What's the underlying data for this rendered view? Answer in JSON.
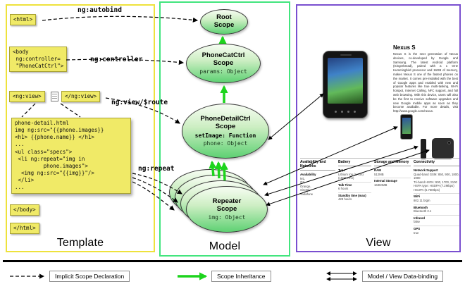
{
  "template": {
    "title": "Template",
    "annotations": {
      "autobind": "ng:autobind",
      "controller": "ng:controller",
      "view_route": "ng:view/$route",
      "repeat": "ng:repeat"
    },
    "code": {
      "html_open": "<html>",
      "body_open": "<body\n ng:controller=\n \"PhoneCatCtrl\">",
      "ngview_open": "<ng:view>",
      "ngview_close": "</ng:view>",
      "partial": "phone-detail.html\nimg ng:src=\"{{phone.images}}\n<h1> {{phone.name}} </h1>\n...\n<ul class=\"specs\">\n <li ng:repeat=\"img in\n         phone.images\">\n  <img ng:src=\"{{img}}\"/>\n </li>\n...",
      "body_close": "</body>",
      "html_close": "</html>"
    }
  },
  "model": {
    "title": "Model",
    "root_scope": {
      "name": "Root\nScope"
    },
    "phonecat_scope": {
      "name": "PhoneCatCtrl\nScope",
      "prop1": "params: Object"
    },
    "phonedetail_scope": {
      "name": "PhoneDetailCtrl\nScope",
      "prop1": "setImage: Function",
      "prop2": "phone: Object"
    },
    "repeater_scope": {
      "name": "Repeater\nScope",
      "prop1": "img: Object"
    }
  },
  "view": {
    "title": "View",
    "product_name": "Nexus S",
    "description": "Nexus S is the next generation of Nexus devices, co-developed by Google and Samsung. The latest Android platform (Gingerbread), paired with a 1 GHz Hummingbird processor and 16GB of memory, makes Nexus S one of the fastest phones on the market. It comes pre-installed with the best of Google apps and enabled with new and popular features like true multi-tasking, Wi-Fi hotspot, Internet Calling, NFC support, and full web browsing. With this device, users will also be the first to receive software upgrades and new Google mobile apps as soon as they become available. For more details, visit http://www.google.com/nexus.",
    "specs": {
      "columns": [
        {
          "header": "Availability and Networks",
          "rows": [
            {
              "label": "Availability",
              "value": "M1,\nO2,\nOrange,\nSingtel,\nVodafone"
            }
          ]
        },
        {
          "header": "Battery",
          "rows": [
            {
              "label": "Type",
              "value": "Lithium Ion (Li-Ion) (1500 mAh)"
            },
            {
              "label": "Talk Time",
              "value": "6 hours"
            },
            {
              "label": "Standby time (max)",
              "value": "428 hours"
            }
          ]
        },
        {
          "header": "Storage and Memory",
          "rows": [
            {
              "label": "RAM",
              "value": "512MB"
            },
            {
              "label": "Internal Storage",
              "value": "16384MB"
            }
          ]
        },
        {
          "header": "Connectivity",
          "rows": [
            {
              "label": "Network Support",
              "value": "Quad-band GSM: 850, 900, 1800, 1900\nTri-band HSPA: 900, 1700, 2100\nHSPA type: HSDPA (7.2Mbps) HSUPA (5.76Mbps)"
            },
            {
              "label": "WiFi",
              "value": "802.11 b/g/n"
            },
            {
              "label": "Bluetooth",
              "value": "Bluetooth 2.1"
            },
            {
              "label": "Infrared",
              "value": "false"
            },
            {
              "label": "GPS",
              "value": "true"
            }
          ]
        }
      ]
    }
  },
  "legend": {
    "implicit_label": "Implicit Scope Declaration",
    "inheritance_label": "Scope Inheritance",
    "databinding_label": "Model / View Data-binding"
  },
  "colors": {
    "template_border": "#eee23c",
    "model_border": "#42e57e",
    "view_border": "#7a4fd0",
    "scope_fill_green": "#5ed173",
    "inheritance_green": "#1dd41d",
    "code_box_yellow": "#f0ea67"
  }
}
